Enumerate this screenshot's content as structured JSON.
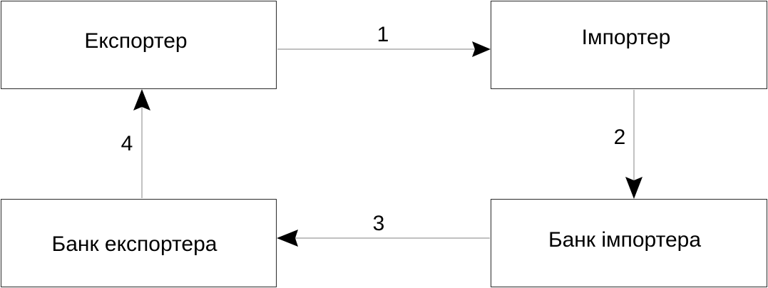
{
  "nodes": {
    "exporter": "Експортер",
    "importer": "Імпортер",
    "exporter_bank": "Банк експортера",
    "importer_bank": "Банк імпортера"
  },
  "edges": [
    {
      "from": "exporter",
      "to": "importer",
      "label": "1"
    },
    {
      "from": "importer",
      "to": "importer_bank",
      "label": "2"
    },
    {
      "from": "importer_bank",
      "to": "exporter_bank",
      "label": "3"
    },
    {
      "from": "exporter_bank",
      "to": "exporter",
      "label": "4"
    }
  ],
  "colors": {
    "line": "#9a9a9a",
    "arrowhead": "#000000",
    "border": "#2a2a2a"
  }
}
